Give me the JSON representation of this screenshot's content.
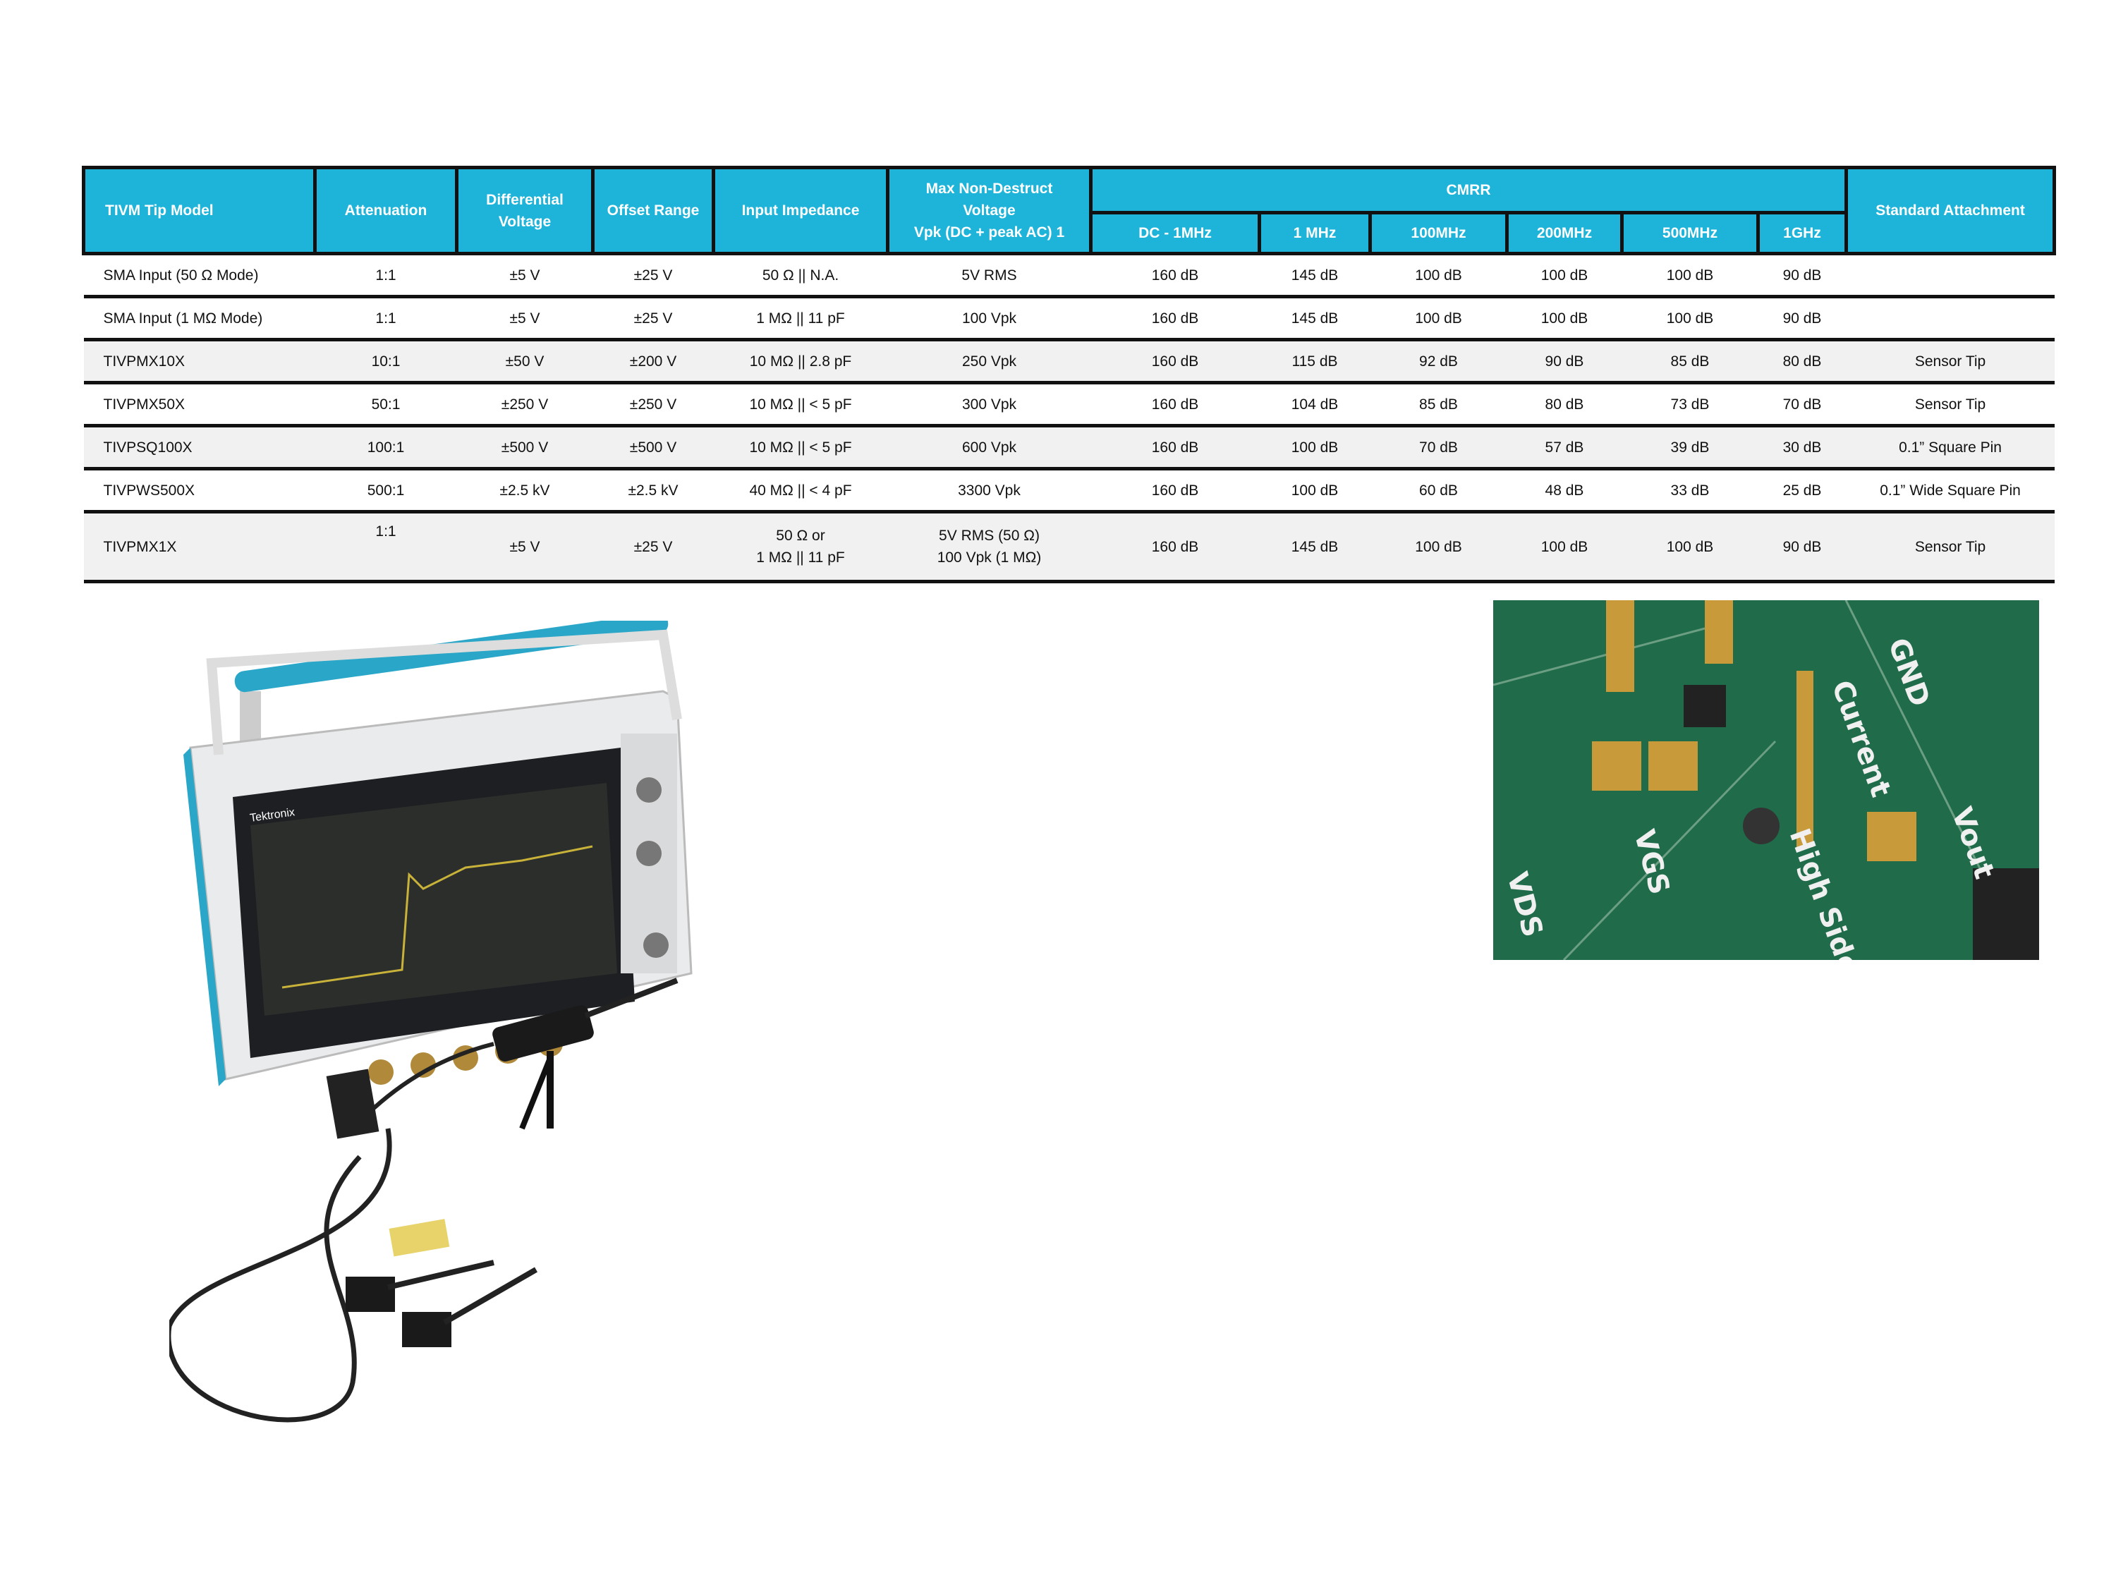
{
  "table": {
    "headers": {
      "model": "TIVM Tip Model",
      "attenuation": "Attenuation",
      "diff_voltage": "Differential Voltage",
      "offset_range": "Offset Range",
      "input_impedance": "Input Impedance",
      "max_non_destruct_1": "Max Non-Destruct",
      "max_non_destruct_2": "Voltage",
      "max_non_destruct_3": "Vpk (DC + peak AC) 1",
      "cmrr": "CMRR",
      "cmrr_cols": [
        "DC - 1MHz",
        "1 MHz",
        "100MHz",
        "200MHz",
        "500MHz",
        "1GHz"
      ],
      "attachment": "Standard Attachment"
    },
    "rows": [
      {
        "model": "SMA Input (50 Ω Mode)",
        "att": "1:1",
        "diff": "±5 V",
        "offset": "±25 V",
        "imp": "50 Ω || N.A.",
        "imp2": "",
        "max": "5V RMS",
        "max2": "",
        "cmrr": [
          "160 dB",
          "145 dB",
          "100 dB",
          "100 dB",
          "100 dB",
          "90 dB"
        ],
        "attach": ""
      },
      {
        "model": "SMA Input (1 MΩ Mode)",
        "att": "1:1",
        "diff": "±5 V",
        "offset": "±25 V",
        "imp": "1 MΩ || 11 pF",
        "imp2": "",
        "max": "100 Vpk",
        "max2": "",
        "cmrr": [
          "160 dB",
          "145 dB",
          "100 dB",
          "100 dB",
          "100 dB",
          "90 dB"
        ],
        "attach": ""
      },
      {
        "model": "TIVPMX10X",
        "att": "10:1",
        "diff": "±50 V",
        "offset": "±200 V",
        "imp": "10 MΩ || 2.8 pF",
        "imp2": "",
        "max": "250 Vpk",
        "max2": "",
        "cmrr": [
          "160 dB",
          "115 dB",
          "92 dB",
          "90 dB",
          "85 dB",
          "80 dB"
        ],
        "attach": "Sensor Tip"
      },
      {
        "model": "TIVPMX50X",
        "att": "50:1",
        "diff": "±250 V",
        "offset": "±250 V",
        "imp": "10 MΩ || < 5 pF",
        "imp2": "",
        "max": "300 Vpk",
        "max2": "",
        "cmrr": [
          "160 dB",
          "104 dB",
          "85 dB",
          "80 dB",
          "73 dB",
          "70 dB"
        ],
        "attach": "Sensor Tip"
      },
      {
        "model": "TIVPSQ100X",
        "att": "100:1",
        "diff": "±500 V",
        "offset": "±500 V",
        "imp": "10 MΩ || < 5 pF",
        "imp2": "",
        "max": "600 Vpk",
        "max2": "",
        "cmrr": [
          "160 dB",
          "100 dB",
          "70 dB",
          "57 dB",
          "39 dB",
          "30 dB"
        ],
        "attach": "0.1” Square Pin"
      },
      {
        "model": "TIVPWS500X",
        "att": "500:1",
        "diff": "±2.5 kV",
        "offset": "±2.5 kV",
        "imp": "40 MΩ || < 4 pF",
        "imp2": "",
        "max": "3300 Vpk",
        "max2": "",
        "cmrr": [
          "160 dB",
          "100 dB",
          "60 dB",
          "48 dB",
          "33 dB",
          "25 dB"
        ],
        "attach": "0.1” Wide Square Pin"
      },
      {
        "model": "TIVPMX1X",
        "att": "1:1",
        "diff": "±5 V",
        "offset": "±25 V",
        "imp": "50 Ω or",
        "imp2": "1 MΩ || 11 pF",
        "max": "5V RMS (50 Ω)",
        "max2": "100 Vpk (1 MΩ)",
        "cmrr": [
          "160 dB",
          "145 dB",
          "100 dB",
          "100 dB",
          "100 dB",
          "90 dB"
        ],
        "attach": "Sensor Tip"
      }
    ]
  },
  "images": {
    "scope_brand": "Tektronix",
    "colors": {
      "header": "#1eb4d9",
      "pcb": "#1f6b4a",
      "scope_accent": "#2aa6c8"
    }
  }
}
